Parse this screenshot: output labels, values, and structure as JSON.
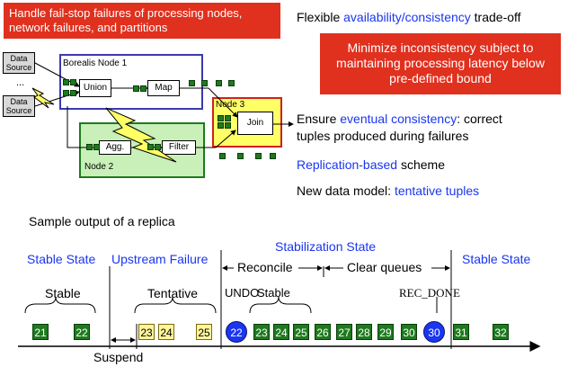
{
  "failure_banner": "Handle fail-stop failures of processing nodes, network failures, and partitions",
  "diagram": {
    "data_source_1": "Data Source",
    "data_source_2": "Data Source",
    "ellipsis": "...",
    "node1_label": "Borealis Node 1",
    "node2_label": "Node 2",
    "node3_label": "Node 3",
    "union": "Union",
    "map": "Map",
    "agg": "Agg.",
    "filter": "Filter",
    "join": "Join"
  },
  "right_panel": {
    "line1_prefix": "Flexible ",
    "line1_link": "availability/consistency",
    "line1_suffix": " trade-off",
    "red_box": "Minimize inconsistency subject to maintaining processing latency below pre-defined bound",
    "eventual_prefix": "Ensure ",
    "eventual_link": "eventual consistency",
    "eventual_suffix": ": correct",
    "eventual_line2": "tuples produced during failures",
    "replication_link": "Replication-based",
    "replication_suffix": " scheme",
    "datamodel_prefix": "New data model: ",
    "datamodel_link": "tentative tuples"
  },
  "timeline": {
    "title": "Sample output of a replica",
    "stabilization": "Stabilization State",
    "stable_state_left": "Stable State",
    "upstream_failure": "Upstream Failure",
    "reconcile": "Reconcile",
    "clear_queues": "Clear queues",
    "stable_state_right": "Stable State",
    "stable_label": "Stable",
    "tentative_label": "Tentative",
    "undo_label": "UNDO",
    "stable_label2": "Stable",
    "rec_done": "REC_DONE",
    "suspend": "Suspend",
    "tuples": [
      "21",
      "22",
      "23",
      "24",
      "25",
      "22",
      "23",
      "24",
      "25",
      "26",
      "27",
      "28",
      "29",
      "30",
      "30",
      "31",
      "32"
    ]
  },
  "colors": {
    "banner_red": "#e0301e",
    "link_blue": "#1a36f0",
    "stable_green": "#1e7a1e",
    "tentative_yellow": "#fff59a",
    "node1_border": "#3a3ab0",
    "node2_fill": "#c8f0b8",
    "node3_fill": "#ffff66",
    "node3_border": "#d02020"
  }
}
